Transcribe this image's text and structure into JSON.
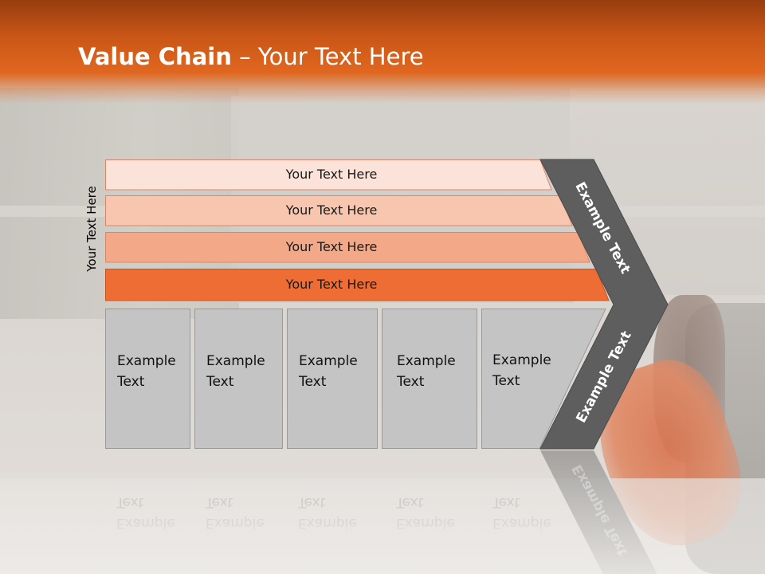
{
  "slide": {
    "title_bold": "Value Chain",
    "title_rest": " – Your Text Here",
    "side_label": "Your Text Here",
    "bars": [
      {
        "label": "Your Text Here",
        "color": "#fbe3da"
      },
      {
        "label": "Your Text Here",
        "color": "#f8c6ae"
      },
      {
        "label": "Your Text Here",
        "color": "#f3a987"
      },
      {
        "label": "Your Text Here",
        "color": "#ee6d35"
      }
    ],
    "boxes": [
      {
        "line1": "Example",
        "line2": "Text"
      },
      {
        "line1": "Example",
        "line2": "Text"
      },
      {
        "line1": "Example",
        "line2": "Text"
      },
      {
        "line1": "Example",
        "line2": "Text"
      },
      {
        "line1": "Example",
        "line2": "Text"
      }
    ],
    "chevron_upper": "Example Text",
    "chevron_lower": "Example Text",
    "colors": {
      "header": "#e0671f",
      "chevron": "#5e5e5e",
      "box": "#c4c4c4"
    }
  }
}
